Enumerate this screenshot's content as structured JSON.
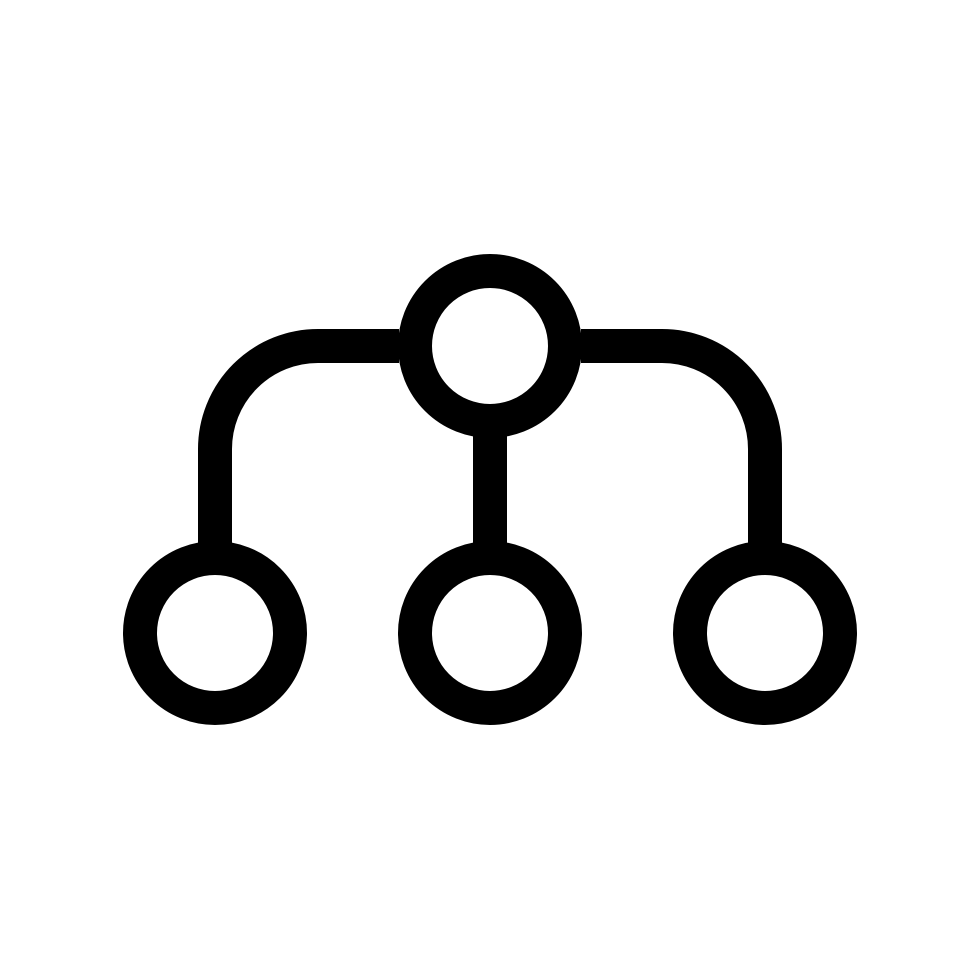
{
  "icon": {
    "name": "hierarchy-structure-icon",
    "stroke_color": "#000000",
    "background_color": "#ffffff",
    "nodes": {
      "root": "root-node",
      "children": [
        "left-child-node",
        "center-child-node",
        "right-child-node"
      ]
    }
  }
}
